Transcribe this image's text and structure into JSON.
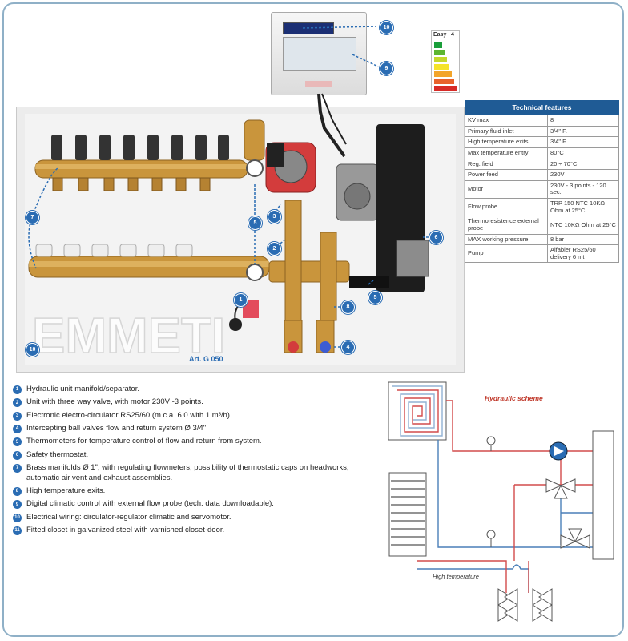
{
  "control": {
    "callouts": [
      "10",
      "9"
    ]
  },
  "energy_label": {
    "title": "Easy",
    "class": "4"
  },
  "photo": {
    "article": "Art. G 050",
    "callouts": [
      "7",
      "5",
      "3",
      "2",
      "6",
      "5",
      "8",
      "4",
      "1",
      "10"
    ]
  },
  "technical": {
    "title": "Technical features",
    "rows": [
      {
        "k": "KV max",
        "v": "8"
      },
      {
        "k": "Primary fluid inlet",
        "v": "3/4\" F."
      },
      {
        "k": "High temperature exits",
        "v": "3/4\" F."
      },
      {
        "k": "Max temperature entry",
        "v": "80°C"
      },
      {
        "k": "Reg. field",
        "v": "20 ÷ 70°C"
      },
      {
        "k": "Power feed",
        "v": "230V"
      },
      {
        "k": "Motor",
        "v": "230V - 3 points - 120 sec."
      },
      {
        "k": "Flow probe",
        "v": "TRP 150 NTC 10KΩ Ohm at 25°C"
      },
      {
        "k": "Thermoresistence external probe",
        "v": "NTC 10KΩ Ohm at 25°C"
      },
      {
        "k": "MAX working pressure",
        "v": "8 bar"
      },
      {
        "k": "Pump",
        "v": "Alfabler RS25/60 delivery 6 mt"
      }
    ]
  },
  "legend": [
    {
      "n": "1",
      "text": "Hydraulic unit manifold/separator."
    },
    {
      "n": "2",
      "text": "Unit with three way valve, with motor 230V -3 points."
    },
    {
      "n": "3",
      "text": "Electronic electro-circulator RS25/60 (m.c.a. 6.0 with 1 m³/h)."
    },
    {
      "n": "4",
      "text": "Intercepting ball valves flow and return system Ø 3/4\"."
    },
    {
      "n": "5",
      "text": "Thermometers for temperature control of flow and return from system."
    },
    {
      "n": "6",
      "text": "Safety thermostat."
    },
    {
      "n": "7",
      "text": "Brass manifolds Ø 1\", with regulating flowmeters, possibility of thermostatic caps on headworks, automatic air vent and exhaust assemblies."
    },
    {
      "n": "8",
      "text": "High temperature exits."
    },
    {
      "n": "9",
      "text": "Digital climatic control with external flow probe (tech. data downloadable)."
    },
    {
      "n": "10",
      "text": "Electrical wiring: circulator-regulator climatic and servomotor."
    },
    {
      "n": "11",
      "text": "Fitted closet in galvanized steel with varnished closet-door."
    }
  ],
  "scheme": {
    "title": "Hydraulic scheme",
    "high_temp_label": "High temperature"
  },
  "colors": {
    "accent": "#2a6cb3",
    "header": "#1f5b95",
    "hot": "#d24b4b",
    "cold": "#4a7fb8"
  }
}
